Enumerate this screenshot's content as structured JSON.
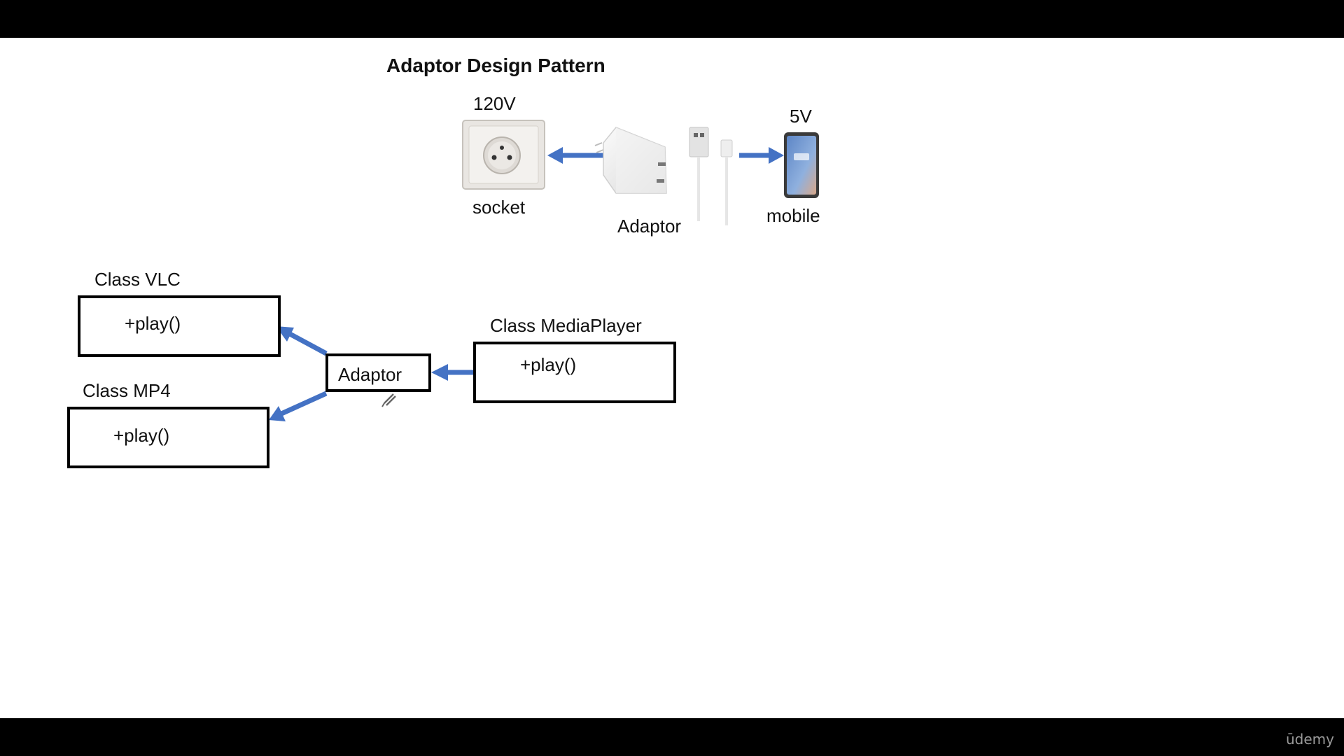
{
  "slide": {
    "title": "Adaptor Design Pattern",
    "top_diagram": {
      "socket_voltage": "120V",
      "socket_label": "socket",
      "adaptor_label": "Adaptor",
      "mobile_voltage": "5V",
      "mobile_label": "mobile"
    },
    "class_diagram": {
      "vlc": {
        "class_label": "Class VLC",
        "method": "+play()"
      },
      "mp4": {
        "class_label": "Class MP4",
        "method": "+play()"
      },
      "adaptor": {
        "label": "Adaptor"
      },
      "media_player": {
        "class_label": "Class MediaPlayer",
        "method": "+play()"
      }
    },
    "arrow_color": "#4472C4",
    "icons": [
      "wall-socket-icon",
      "charger-adaptor-icon",
      "usb-cable-icon",
      "smartphone-icon",
      "pen-cursor-icon"
    ]
  },
  "footer": {
    "watermark": "ūdemy"
  }
}
